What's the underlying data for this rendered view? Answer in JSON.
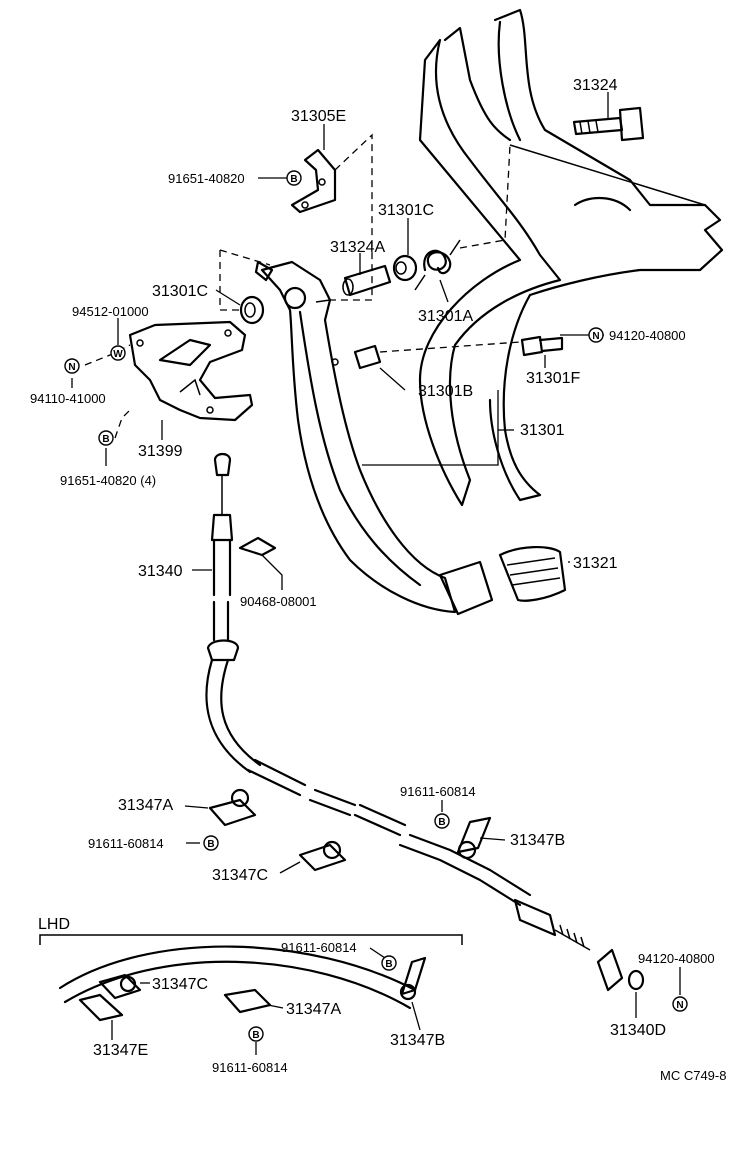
{
  "labels": {
    "p31324": "31324",
    "p31305E": "31305E",
    "p91651_40820_top": "91651-40820",
    "p31301C_top": "31301C",
    "p31324A": "31324A",
    "p31301C_left": "31301C",
    "p31301A": "31301A",
    "p94512_01000": "94512-01000",
    "p94120_40800_top": "94120-40800",
    "p94110_41000": "94110-41000",
    "p31301F": "31301F",
    "p31301B": "31301B",
    "p31301": "31301",
    "p31399": "31399",
    "p91651_40820_4": "91651-40820 (4)",
    "p31340": "31340",
    "p31321": "31321",
    "p90468_08001": "90468-08001",
    "p91611_60814_a": "91611-60814",
    "p31347A_top": "31347A",
    "p31347B_top": "31347B",
    "p91611_60814_b": "91611-60814",
    "p31347C_top": "31347C",
    "lhd": "LHD",
    "p91611_60814_c": "91611-60814",
    "p94120_40800_bot": "94120-40800",
    "p31347C_lhd": "31347C",
    "p31347A_lhd": "31347A",
    "p31347E": "31347E",
    "p31347B_lhd": "31347B",
    "p31340D": "31340D",
    "p91611_60814_d": "91611-60814",
    "code": "MC  C749-8"
  },
  "symbols": {
    "bolt": "B",
    "nut": "N",
    "washer": "W"
  }
}
